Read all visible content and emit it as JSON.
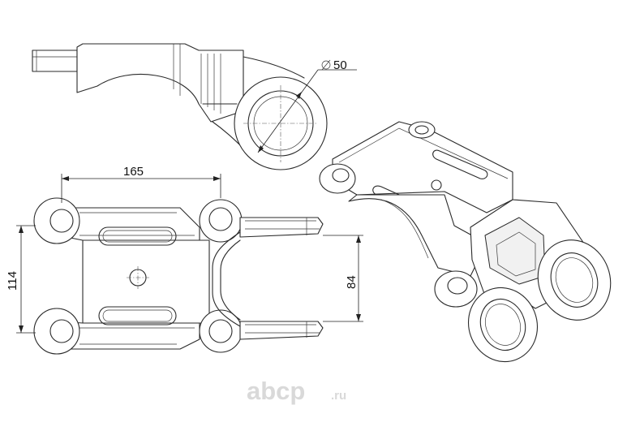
{
  "dimensions": {
    "diameter": "50",
    "width_165": "165",
    "height_114": "114",
    "height_84": "84"
  },
  "watermark": {
    "brand": "abcp",
    "domain": ".ru",
    "color": "#d9d9d9"
  },
  "colors": {
    "line": "#2a2a2a",
    "background": "#ffffff"
  }
}
